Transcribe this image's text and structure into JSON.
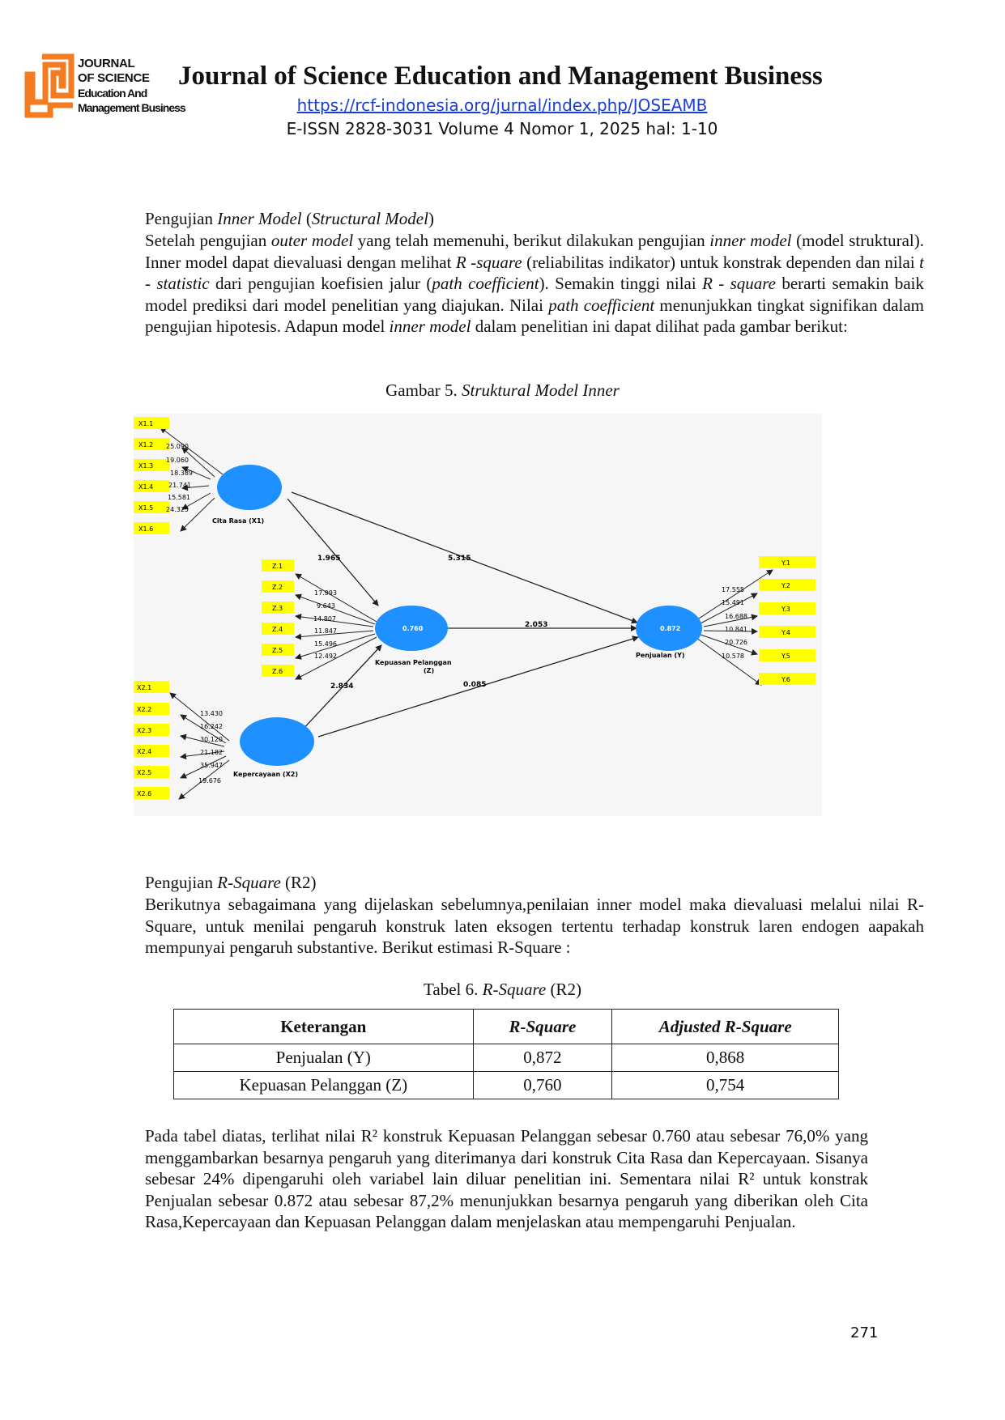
{
  "header": {
    "logo_lines": [
      "JOURNAL",
      "OF SCIENCE",
      "Education And",
      "Management Business"
    ],
    "title": "Journal of Science Education and Management Business",
    "url": "https://rcf-indonesia.org/jurnal/index.php/JOSEAMB",
    "issn": "E-ISSN 2828-3031 Volume 4 Nomor 1, 2025 hal: 1-10",
    "colors": {
      "logo_orange": "#f47b20"
    }
  },
  "section1": {
    "heading_a": "Pengujian ",
    "heading_b": "Inner Model",
    "heading_c": " (",
    "heading_d": "Structural Model",
    "heading_e": ")",
    "p1": "Setelah pengujian ",
    "p2": "outer model",
    "p3": " yang telah memenuhi, berikut dilakukan pengujian ",
    "p4": "inner model",
    "p5": " (model struktural). Inner model dapat dievaluasi dengan melihat ",
    "p6": "R -square",
    "p7": " (reliabilitas indikator) untuk konstrak dependen dan nilai ",
    "p8": "t - statistic",
    "p9": " dari pengujian koefisien jalur (",
    "p10": "path coefficient",
    "p11": "). Semakin tinggi nilai ",
    "p12": "R - square",
    "p13": " berarti semakin baik model prediksi dari model penelitian yang diajukan. Nilai ",
    "p14": "path coefficient",
    "p15": " menunjukkan tingkat signifikan dalam pengujian hipotesis. Adapun model ",
    "p16": "inner model",
    "p17": " dalam penelitian ini dapat dilihat pada gambar berikut:"
  },
  "figure": {
    "caption_a": "Gambar 5. ",
    "caption_b": "Struktural Model Inner",
    "constructs": {
      "x1": {
        "label": "Cita Rasa (X1)"
      },
      "x2": {
        "label": "Kepercayaan (X2)"
      },
      "z": {
        "label_a": "Kepuasan Pelanggan",
        "label_b": "(Z)",
        "value": "0.760"
      },
      "y": {
        "label": "Penjualan (Y)",
        "value": "0.872"
      }
    },
    "x1_indicators": [
      {
        "label": "X1.1",
        "value": ""
      },
      {
        "label": "X1.2",
        "value": "25.090"
      },
      {
        "label": "X1.3",
        "value": "19.060"
      },
      {
        "label": "X1.4",
        "value": "18.389"
      },
      {
        "label": "X1.5",
        "value": "21.741"
      },
      {
        "label": "X1.6",
        "value": "15.581"
      }
    ],
    "x1_extra_value": "24.325",
    "z_indicators": [
      {
        "label": "Z.1",
        "value": "17.993"
      },
      {
        "label": "Z.2",
        "value": "9.643"
      },
      {
        "label": "Z.3",
        "value": "14.807"
      },
      {
        "label": "Z.4",
        "value": "11.847"
      },
      {
        "label": "Z.5",
        "value": "15.496"
      },
      {
        "label": "Z.6",
        "value": "12.492"
      }
    ],
    "x2_indicators": [
      {
        "label": "X2.1",
        "value": "13.430"
      },
      {
        "label": "X2.2",
        "value": "16.242"
      },
      {
        "label": "X2.3",
        "value": "30.120"
      },
      {
        "label": "X2.4",
        "value": "21.182"
      },
      {
        "label": "X2.5",
        "value": "35.947"
      },
      {
        "label": "X2.6",
        "value": "19.676"
      }
    ],
    "y_indicators": [
      {
        "label": "Y.1",
        "value": "17.555"
      },
      {
        "label": "Y.2",
        "value": "15.491"
      },
      {
        "label": "Y.3",
        "value": "16.688"
      },
      {
        "label": "Y.4",
        "value": "10.841"
      },
      {
        "label": "Y.5",
        "value": "20.726"
      },
      {
        "label": "Y.6",
        "value": "10.578"
      }
    ],
    "paths": {
      "x1_z": "1.965",
      "x1_y": "5.315",
      "z_y": "2.053",
      "x2_z": "2.834",
      "x2_y": "0.085"
    },
    "colors": {
      "construct": "#1e90ff",
      "indicator": "#ffff00",
      "line": "#222222"
    }
  },
  "section2": {
    "heading_a": "Pengujian ",
    "heading_b": "R-Square",
    "heading_c": " (R2)",
    "para": "Berikutnya sebagaimana yang dijelaskan sebelumnya,penilaian inner model maka dievaluasi melalui nilai R-Square, untuk menilai pengaruh konstruk laten eksogen tertentu terhadap konstruk laren endogen aapakah mempunyai pengaruh substantive. Berikut estimasi R-Square :"
  },
  "table": {
    "caption_a": "Tabel 6. ",
    "caption_b": "R-Square",
    "caption_c": " (R2)",
    "headers": [
      "Keterangan",
      "R-Square",
      "Adjusted R-Square"
    ],
    "rows": [
      [
        "Penjualan (Y)",
        "0,872",
        "0,868"
      ],
      [
        "Kepuasan Pelanggan (Z)",
        "0,760",
        "0,754"
      ]
    ]
  },
  "section3": {
    "para": "Pada tabel diatas, terlihat  nilai R² konstruk Kepuasan Pelanggan sebesar 0.760 atau sebesar 76,0% yang menggambarkan besarnya pengaruh yang diterimanya dari konstruk Cita Rasa dan Kepercayaan. Sisanya sebesar 24% dipengaruhi oleh variabel lain diluar penelitian ini. Sementara nilai R² untuk konstrak Penjualan sebesar 0.872 atau sebesar 87,2% menunjukkan besarnya pengaruh yang diberikan oleh Cita Rasa,Kepercayaan dan Kepuasan Pelanggan dalam menjelaskan atau mempengaruhi Penjualan."
  },
  "page_number": "271"
}
